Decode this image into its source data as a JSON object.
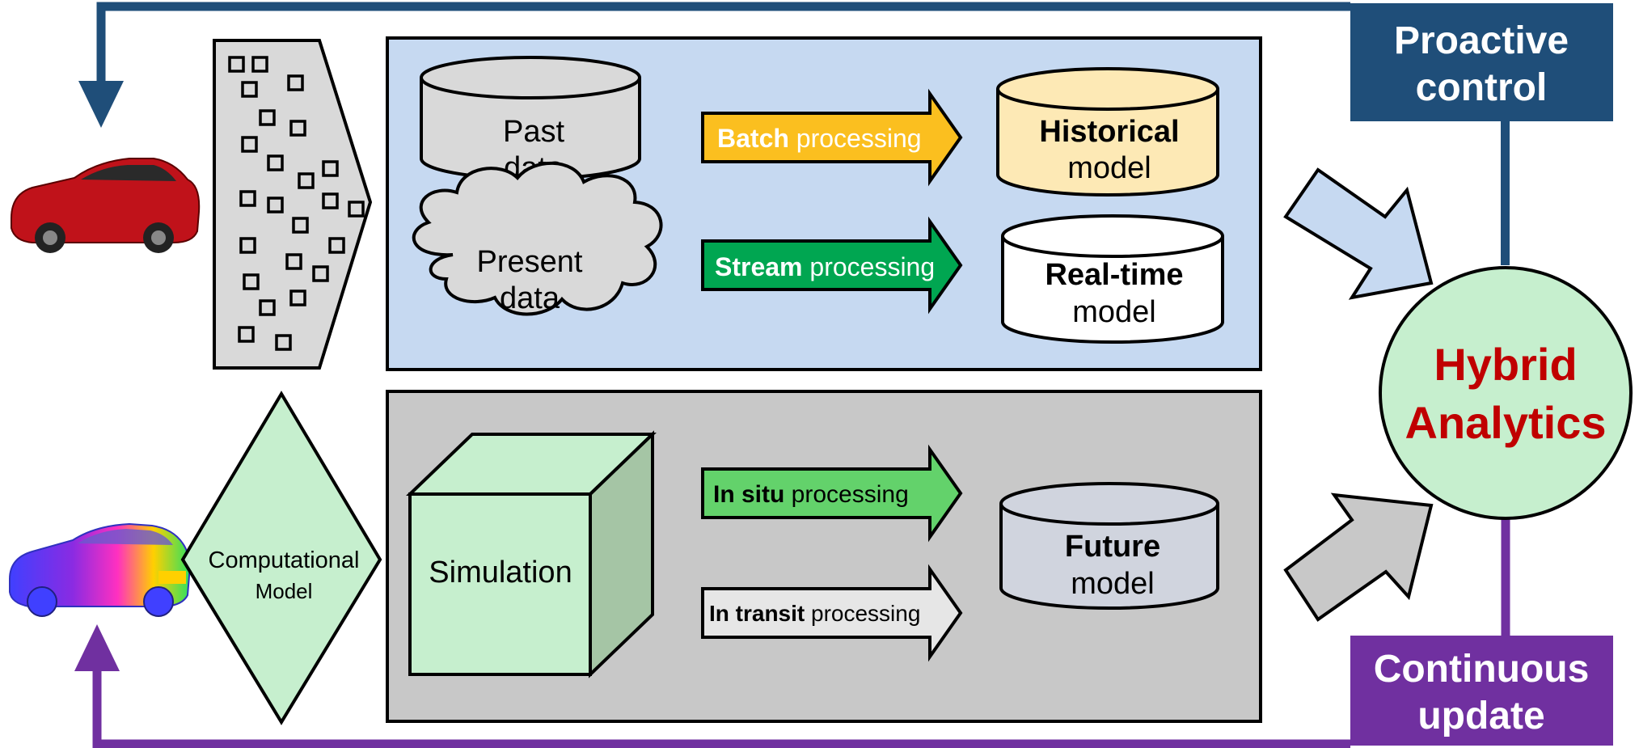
{
  "colors": {
    "navy": "#1f4e79",
    "purple": "#7030a0",
    "upper_panel": "#c6d9f1",
    "lower_panel": "#c8c8c8",
    "light_green": "#c6efce",
    "mid_green": "#a5c5a5",
    "batch_arrow": "#fbbf1f",
    "stream_arrow": "#00a651",
    "insitu_arrow": "#63d26b",
    "intransit_arrow": "#e6e6e6",
    "historical_db": "#fde9b5",
    "future_db": "#d0d4de",
    "hybrid_text": "#c00000"
  },
  "controls": {
    "proactive": {
      "line1": "Proactive",
      "line2": "control"
    },
    "continuous": {
      "line1": "Continuous",
      "line2": "update"
    }
  },
  "hybrid": {
    "line1": "Hybrid",
    "line2": "Analytics"
  },
  "computational_model": {
    "line1": "Computational",
    "line2": "Model"
  },
  "past_data": {
    "line1": "Past",
    "line2": "data"
  },
  "present_data": {
    "line1": "Present",
    "line2": "data"
  },
  "simulation": {
    "label": "Simulation"
  },
  "arrows": {
    "batch": {
      "bold": "Batch",
      "rest": " processing"
    },
    "stream": {
      "bold": "Stream",
      "rest": " processing"
    },
    "insitu": {
      "bold": "In situ",
      "rest": " processing"
    },
    "intransit": {
      "bold": "In transit",
      "rest": " processing"
    }
  },
  "models": {
    "historical": {
      "bold": "Historical",
      "rest": "model"
    },
    "realtime": {
      "bold": "Real-time",
      "rest": "model"
    },
    "future": {
      "bold": "Future",
      "rest": "model"
    }
  }
}
